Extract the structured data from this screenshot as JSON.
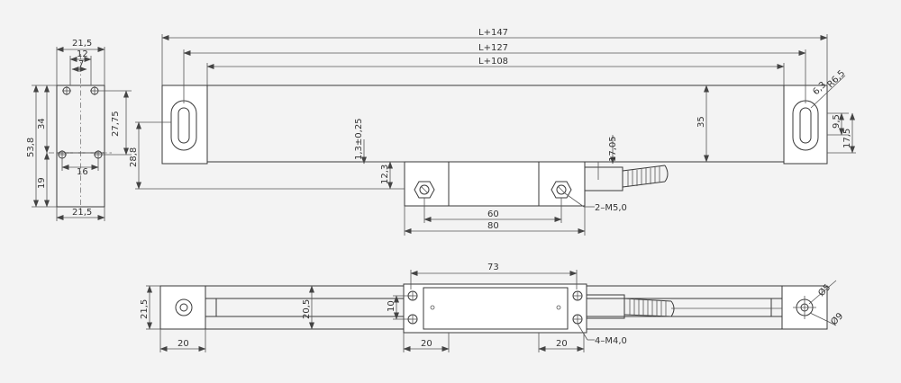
{
  "drawing": {
    "dimensions": {
      "side_width_top": "21,5",
      "side_width_inner": "12",
      "side_width_small": "7",
      "side_height_total": "53,8",
      "side_height_upper": "34",
      "side_height_lower": "19",
      "side_right": "27,75",
      "side_hole_spacing": "16",
      "side_width_bottom": "21,5",
      "length_147": "L+147",
      "length_127": "L+127",
      "length_108": "L+108",
      "height_35": "35",
      "height_28_8": "28,8",
      "offset_13": "1,3±0,25",
      "height_12_3": "12,3",
      "height_17_05": "17,05",
      "reader_60": "60",
      "reader_80": "80",
      "radius_6_5": "R6,5",
      "slot_6_3": "6,3",
      "slot_9_5": "9,5",
      "slot_17_5": "17,5",
      "plan_73": "73",
      "plan_21_5": "21,5",
      "plan_20_5": "20,5",
      "plan_10": "10",
      "plan_20_left": "20",
      "plan_20_mid": "20",
      "plan_20_right": "20",
      "dia_5": "Ø5",
      "dia_9": "Ø9"
    },
    "callouts": {
      "screw_m5": "2–M5,0",
      "screw_m4": "4–M4,0"
    }
  }
}
